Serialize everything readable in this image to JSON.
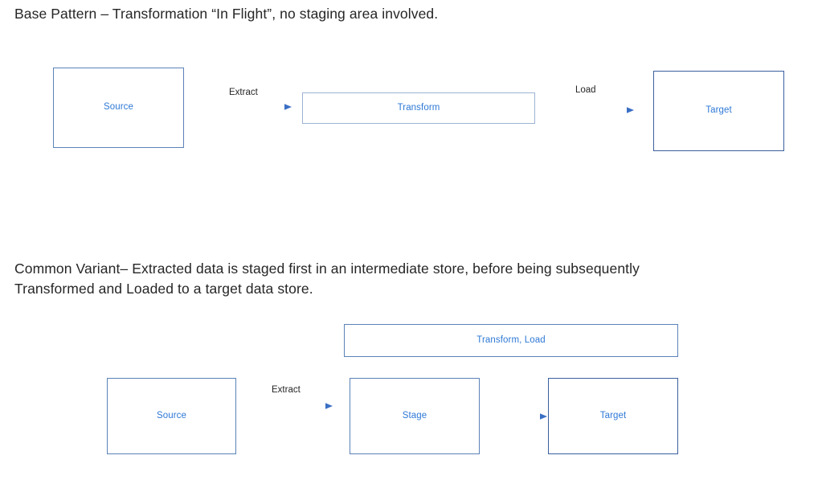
{
  "colors": {
    "accent_text": "#2E79D6",
    "border_light": "#9BB4D4",
    "border_medium": "#5B82B8",
    "border_dark": "#3A5F9E",
    "arrow_line": "#A8C0DD",
    "arrow_head": "#3A6FC4",
    "body_text": "#262626",
    "background": "#FFFFFF"
  },
  "captions": {
    "base_pattern": "Base Pattern – Transformation “In Flight”, no staging area involved.",
    "common_variant": "Common Variant– Extracted data is staged first in an intermediate store, before being subsequently Transformed and Loaded to a target data store."
  },
  "diagram_base": {
    "nodes": [
      {
        "id": "source",
        "label": "Source"
      },
      {
        "id": "transform",
        "label": "Transform"
      },
      {
        "id": "target",
        "label": "Target"
      }
    ],
    "arrows": [
      {
        "id": "extract",
        "label": "Extract",
        "from": "source",
        "to": "transform"
      },
      {
        "id": "load",
        "label": "Load",
        "from": "transform",
        "to": "target"
      }
    ]
  },
  "diagram_variant": {
    "nodes": [
      {
        "id": "transform-load",
        "label": "Transform, Load"
      },
      {
        "id": "source",
        "label": "Source"
      },
      {
        "id": "stage",
        "label": "Stage"
      },
      {
        "id": "target",
        "label": "Target"
      }
    ],
    "arrows": [
      {
        "id": "extract",
        "label": "Extract",
        "from": "source",
        "to": "stage"
      },
      {
        "id": "stage-target",
        "label": "",
        "from": "stage",
        "to": "target"
      }
    ]
  }
}
